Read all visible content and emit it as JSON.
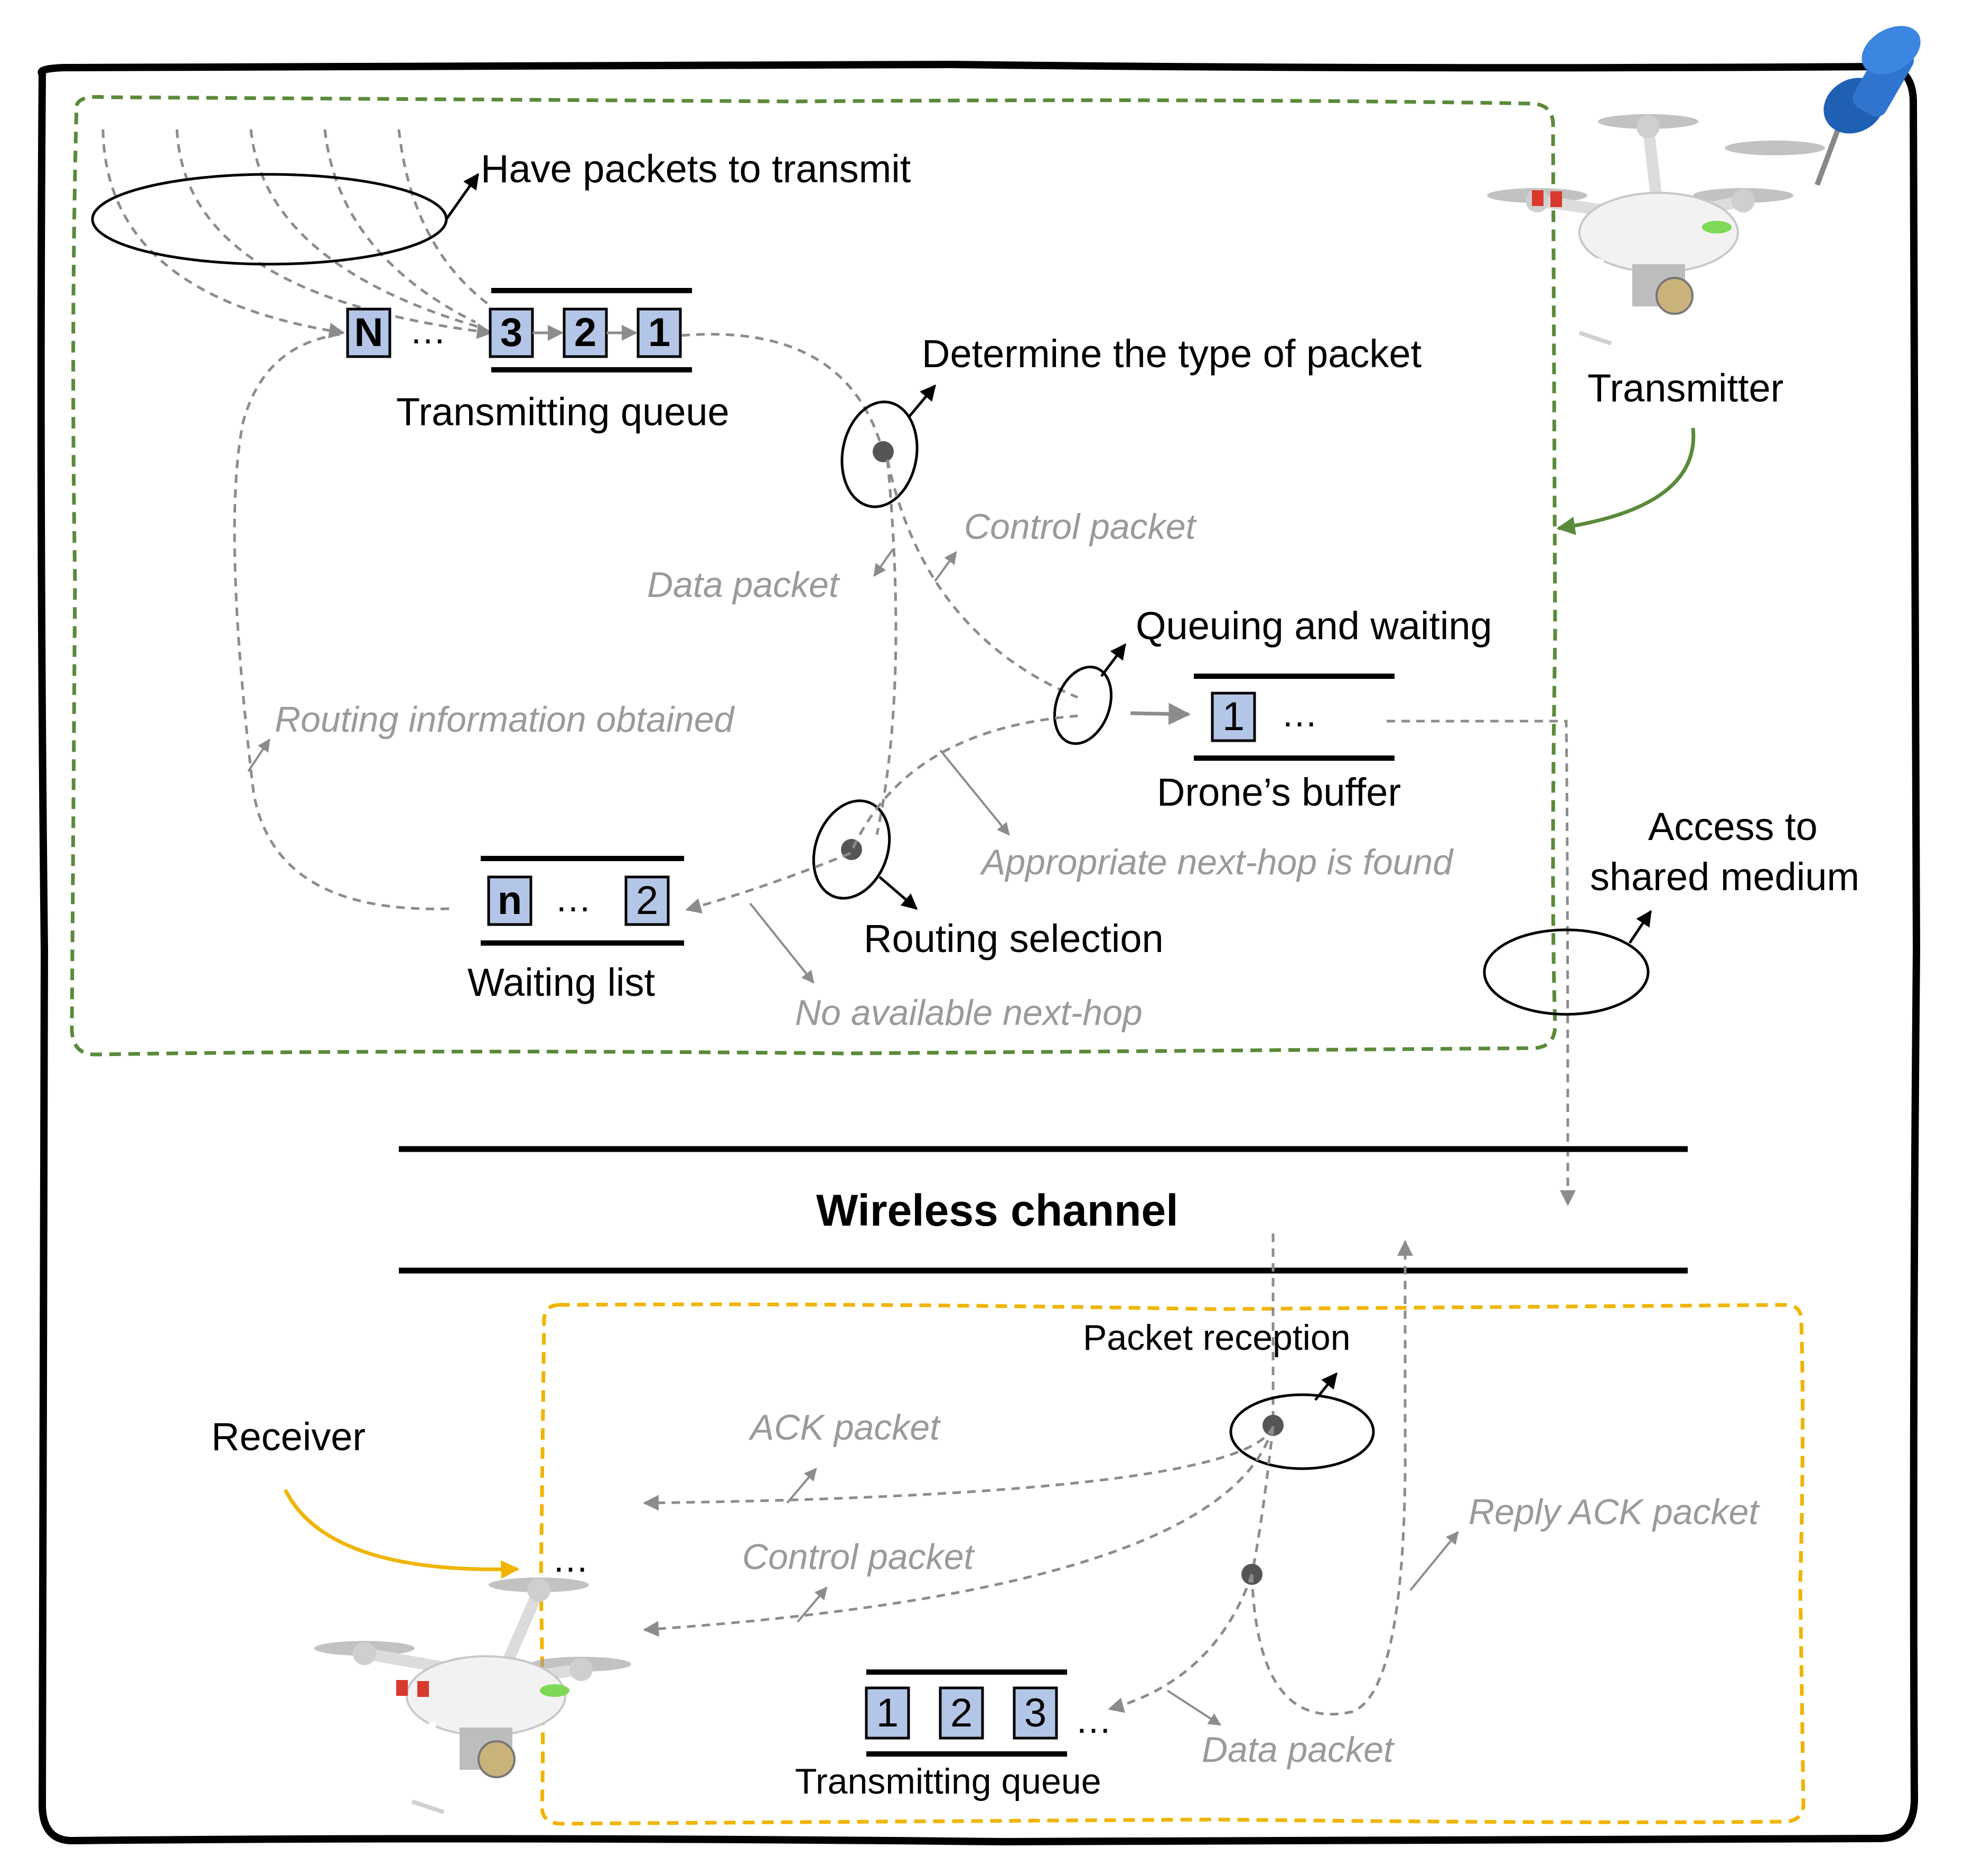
{
  "transmitter": {
    "label": "Transmitter",
    "have_packets": "Have packets to transmit",
    "tx_queue": {
      "label": "Transmitting queue",
      "first": "N",
      "ellipsis": "…",
      "items": [
        "3",
        "2",
        "1"
      ]
    },
    "determine": "Determine the type of packet",
    "control_packet": "Control packet",
    "data_packet": "Data packet",
    "queuing": "Queuing and waiting",
    "buffer": {
      "label": "Drone’s buffer",
      "items": [
        "1"
      ],
      "ellipsis": "…"
    },
    "routing_info": "Routing information obtained",
    "next_hop_found": "Appropriate next-hop is found",
    "waiting_list": {
      "label": "Waiting list",
      "items": [
        "n",
        "2"
      ],
      "ellipsis": "…"
    },
    "routing_selection": "Routing selection",
    "no_next_hop": "No available next-hop",
    "access_line1": "Access to",
    "access_line2": "shared medium"
  },
  "channel": {
    "label": "Wireless channel"
  },
  "receiver": {
    "label": "Receiver",
    "packet_reception": "Packet reception",
    "ack_packet": "ACK packet",
    "control_packet": "Control packet",
    "reply_ack": "Reply ACK packet",
    "data_packet": "Data packet",
    "ellipsis": "…",
    "tx_queue": {
      "label": "Transmitting queue",
      "items": [
        "1",
        "2",
        "3"
      ],
      "ellipsis": "…"
    }
  },
  "colors": {
    "transmitter_border": "#5a8a3a",
    "receiver_border": "#f0b400",
    "packet_fill": "#b3c6e7",
    "flow_gray": "#8c8c8c",
    "pin_blue": "#1f5fb4"
  },
  "icons": [
    "drone-icon",
    "pushpin-icon"
  ]
}
